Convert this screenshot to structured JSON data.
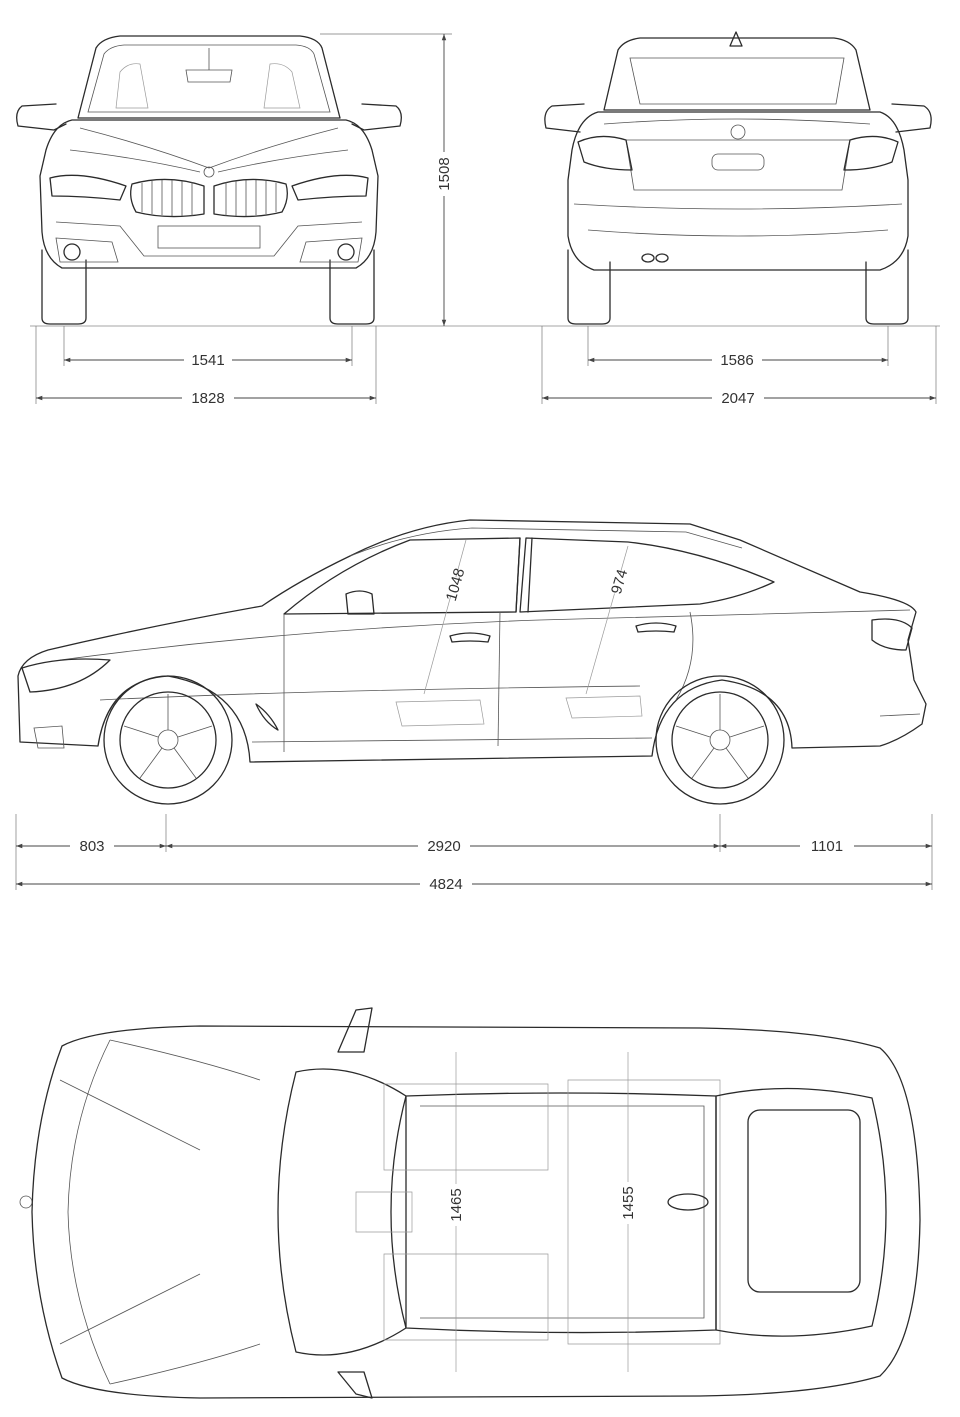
{
  "front_view": {
    "height": "1508",
    "front_track": "1541",
    "width": "1828"
  },
  "rear_view": {
    "rear_track": "1586",
    "width_incl_mirrors": "2047"
  },
  "side_view": {
    "front_headroom": "1048",
    "rear_headroom": "974",
    "front_overhang": "803",
    "wheelbase": "2920",
    "rear_overhang": "1101",
    "length": "4824"
  },
  "top_view": {
    "front_shoulder_width": "1465",
    "rear_shoulder_width": "1455"
  }
}
